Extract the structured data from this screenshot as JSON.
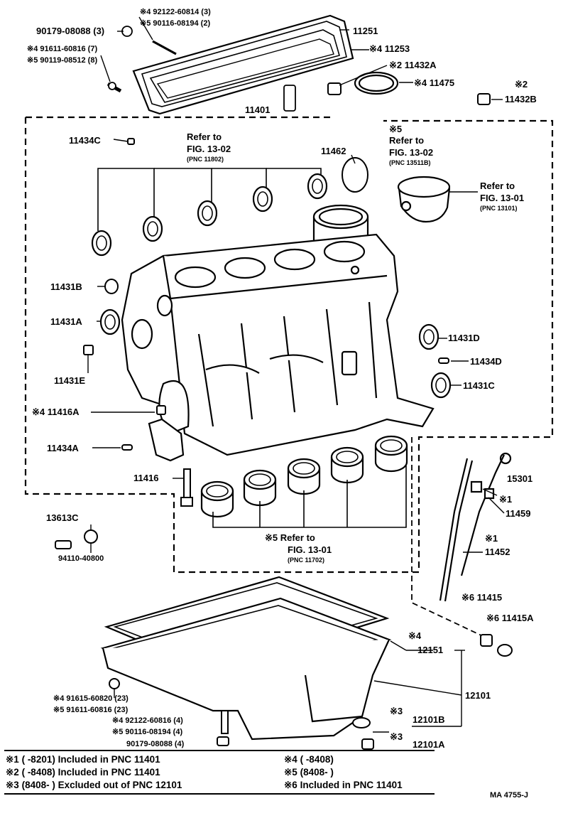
{
  "labels": {
    "l_90179_08088": "90179-08088 (3)",
    "l_92122_60814": "※4 92122-60814 (3)",
    "l_90116_08194": "※5 90116-08194 (2)",
    "l_11251": "11251",
    "l_91611_60816_7": "※4 91611-60816 (7)",
    "l_90119_08512": "※5 90119-08512 (8)",
    "l_11253": "※4 11253",
    "l_11432A": "※2 11432A",
    "l_11475": "※4 11475",
    "l_11432B_mark": "※2",
    "l_11432B": "11432B",
    "l_11401": "11401",
    "l_11434C": "11434C",
    "l_ref_1302a_1": "Refer to",
    "l_ref_1302a_2": "FIG. 13-02",
    "l_ref_1302a_3": "(PNC 11802)",
    "l_11462": "11462",
    "l_ref_1302b_0": "※5",
    "l_ref_1302b_1": "Refer to",
    "l_ref_1302b_2": "FIG. 13-02",
    "l_ref_1302b_3": "(PNC 13511B)",
    "l_ref_1301a_1": "Refer to",
    "l_ref_1301a_2": "FIG. 13-01",
    "l_ref_1301a_3": "(PNC 13101)",
    "l_11431B": "11431B",
    "l_11431A": "11431A",
    "l_11431D": "11431D",
    "l_11431E": "11431E",
    "l_11434D": "11434D",
    "l_11431C": "11431C",
    "l_11416A": "※4 11416A",
    "l_11434A": "11434A",
    "l_11416": "11416",
    "l_15301": "15301",
    "l_11459_mark": "※1",
    "l_11459": "11459",
    "l_13613C": "13613C",
    "l_ref_1301b_1": "※5 Refer to",
    "l_ref_1301b_2": "FIG. 13-01",
    "l_ref_1301b_3": "(PNC 11702)",
    "l_11452_mark": "※1",
    "l_11452": "11452",
    "l_94110_40800": "94110-40800",
    "l_11415": "※6 11415",
    "l_11415A": "※6 11415A",
    "l_12151_mark": "※4",
    "l_12151": "12151",
    "l_12101": "12101",
    "l_91615_60820": "※4 91615-60820 (23)",
    "l_91611_60816_23": "※5 91611-60816 (23)",
    "l_92122_60816": "※4 92122-60816 (4)",
    "l_90116_08194_4": "※5 90116-08194 (4)",
    "l_90179_08088_4": "90179-08088 (4)",
    "l_12101B_mark": "※3",
    "l_12101B": "12101B",
    "l_12101A_mark": "※3",
    "l_12101A": "12101A"
  },
  "footnotes": {
    "n1": "※1 (        -8201) Included in PNC 11401",
    "n2": "※2 (        -8408) Included in PNC 11401",
    "n3": "※3 (8408-          ) Excluded out of PNC 12101",
    "n4": "※4 (        -8408)",
    "n5": "※5 (8408-          )",
    "n6": "※6 Included in PNC 11401"
  },
  "diagram_code": "MA  4755-J"
}
